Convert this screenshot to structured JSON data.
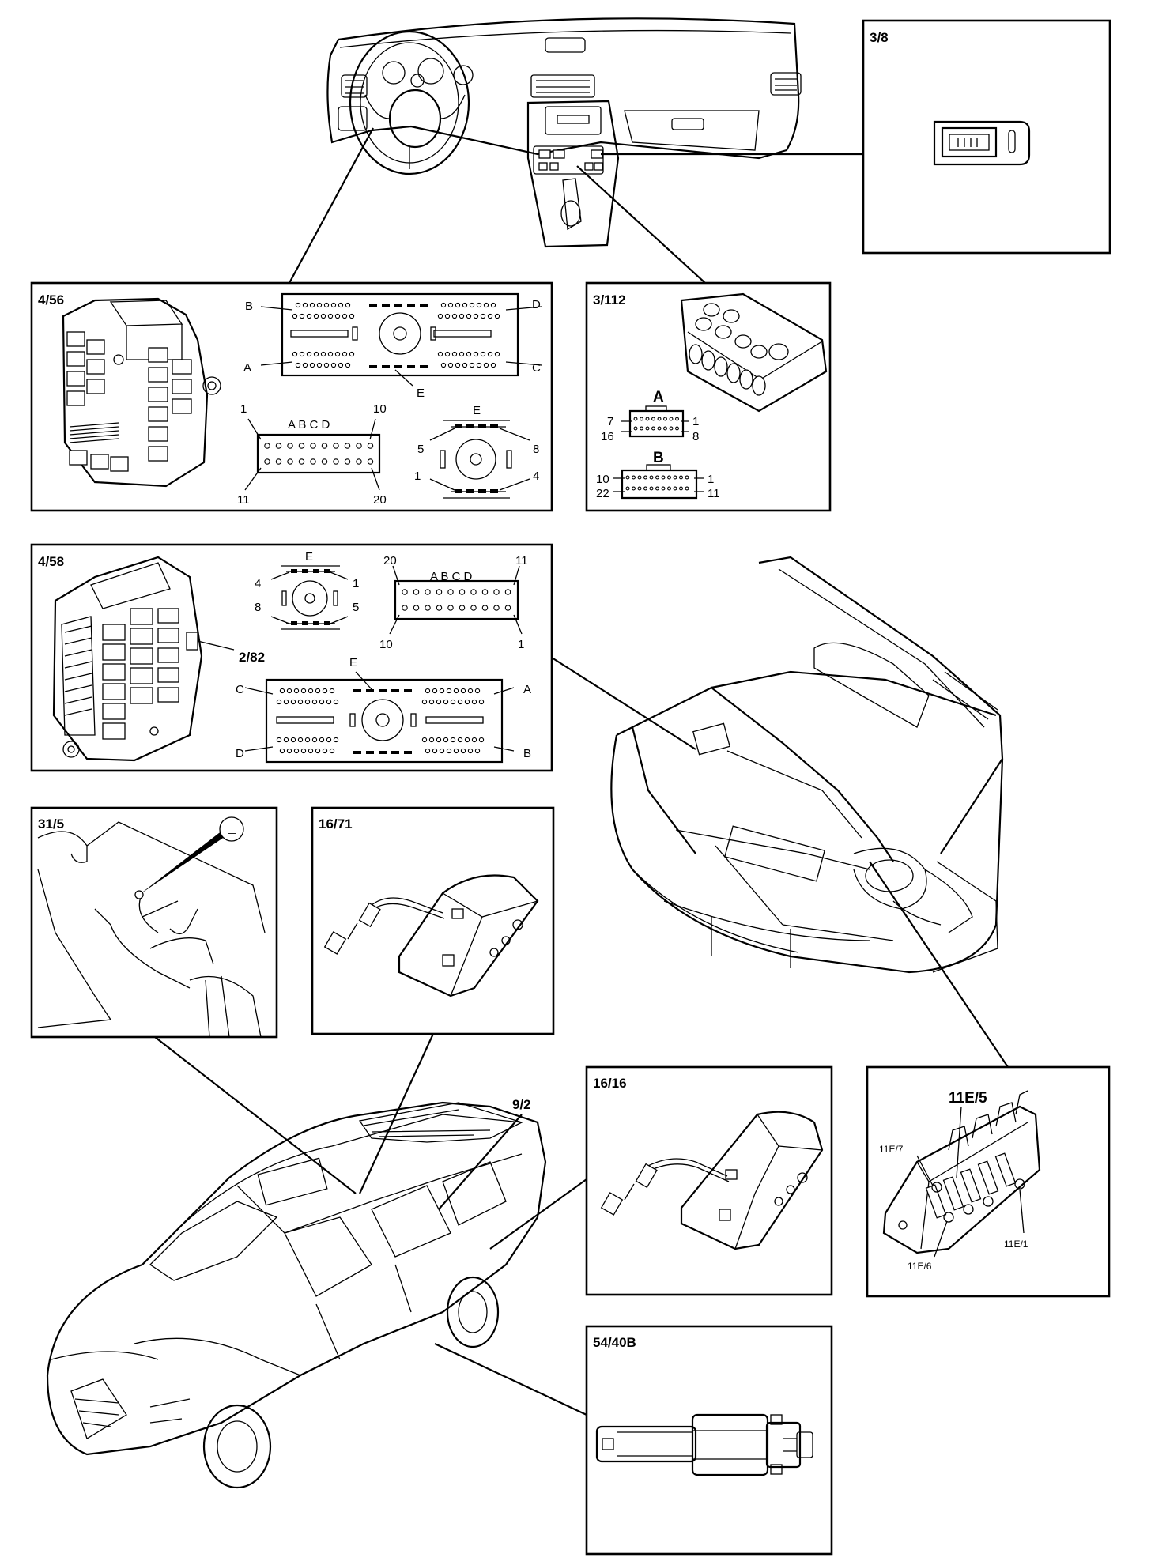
{
  "panels": {
    "p_3_8": {
      "title": "3/8"
    },
    "p_4_56": {
      "title": "4/56",
      "conn_labels": {
        "a": "A",
        "b": "B",
        "c": "C",
        "d": "D",
        "e": "E"
      },
      "strip_header": "A B C D",
      "strip_pins": {
        "tl": "1",
        "tr": "10",
        "bl": "11",
        "br": "20"
      },
      "e_title": "E",
      "e_pins": {
        "tl": "5",
        "tr": "8",
        "bl": "1",
        "br": "4"
      }
    },
    "p_3_112": {
      "title": "3/112",
      "conn_a": {
        "label": "A",
        "tl": "7",
        "bl": "16",
        "tr": "1",
        "br": "8"
      },
      "conn_b": {
        "label": "B",
        "tl": "10",
        "bl": "22",
        "tr": "1",
        "br": "11"
      }
    },
    "p_4_58": {
      "title": "4/58",
      "sub_label": "2/82",
      "e_title": "E",
      "e_pins": {
        "tl": "4",
        "tr": "1",
        "bl": "8",
        "br": "5"
      },
      "strip_header": "A B C D",
      "strip_pins": {
        "tl": "20",
        "tr": "11",
        "bl": "10",
        "br": "1"
      },
      "conn_labels": {
        "e": "E",
        "c": "C",
        "a": "A",
        "d": "D",
        "b": "B"
      }
    },
    "p_31_5": {
      "title": "31/5",
      "ground_symbol": "⊥"
    },
    "p_16_71": {
      "title": "16/71"
    },
    "p_16_16": {
      "title": "16/16"
    },
    "p_fuse": {
      "title": "11E/5",
      "labels": {
        "f7": "11E/7",
        "f6": "11E/6",
        "f1": "11E/1"
      }
    },
    "p_54_40b": {
      "title": "54/40B"
    },
    "car_label": "9/2"
  }
}
